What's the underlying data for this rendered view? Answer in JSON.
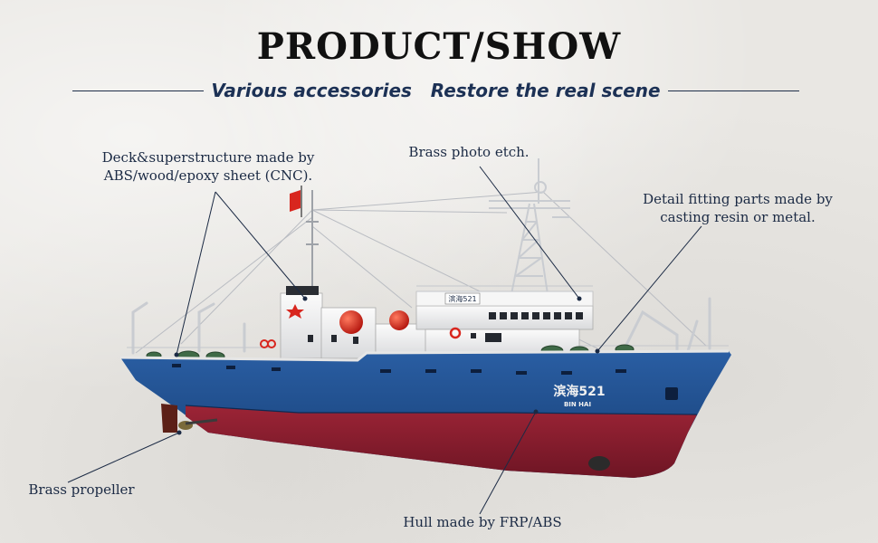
{
  "header": {
    "title": "PRODUCT/SHOW",
    "subtitle": "Various accessories   Restore the real scene"
  },
  "callouts": {
    "deck_line1": "Deck&superstructure made by",
    "deck_line2": "ABS/wood/epoxy sheet (CNC).",
    "etch": "Brass photo etch.",
    "fitting_line1": "Detail fitting parts made by",
    "fitting_line2": "casting resin or metal.",
    "propeller": "Brass propeller",
    "hull": "Hull made by FRP/ABS"
  },
  "ship": {
    "name_cn": "滨海521",
    "name_en": "BIN HAI",
    "bridge_plate": "滨海521"
  },
  "colors": {
    "hull_blue": "#1f4e8c",
    "hull_red": "#8e1e2f",
    "superstructure": "#f2f2f2",
    "buoy": "#d8261e",
    "title": "#111111",
    "subtitle": "#1c3155",
    "leader": "#1b2a44"
  }
}
